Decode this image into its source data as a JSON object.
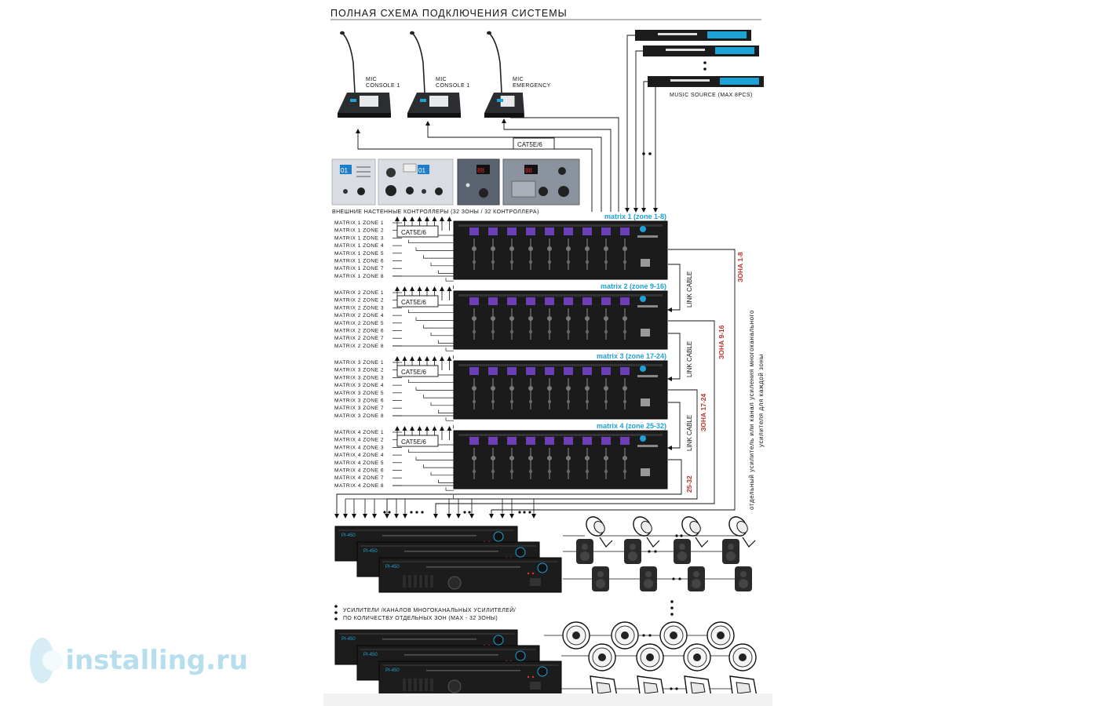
{
  "title": "ПОЛНАЯ СХЕМА ПОДКЛЮЧЕНИЯ СИСТЕМЫ",
  "mics": [
    {
      "line1": "MIC",
      "line2": "CONSOLE 1"
    },
    {
      "line1": "MIC",
      "line2": "CONSOLE 1"
    },
    {
      "line1": "MIC",
      "line2": "EMERGENCY"
    }
  ],
  "music_source_label": "MUSIC SOURCE (MAX 8PCS)",
  "cat_label": "CAT5E/6",
  "wall_controllers_label": "ВНЕШНИЕ НАСТЕННЫЕ КОНТРОЛЛЕРЫ (32 ЗОНЫ / 32 КОНТРОЛЛЕРА)",
  "controller_displays": [
    "01",
    "01",
    "88",
    "88"
  ],
  "matrices": [
    {
      "label": "matrix 1 (zone 1-8)",
      "zones": [
        "MATRIX 1 ZONE 1",
        "MATRIX 1 ZONE 2",
        "MATRIX 1 ZONE 3",
        "MATRIX 1 ZONE 4",
        "MATRIX 1 ZONE 5",
        "MATRIX 1 ZONE 6",
        "MATRIX 1 ZONE 7",
        "MATRIX 1 ZONE 8"
      ]
    },
    {
      "label": "matrix 2 (zone 9-16)",
      "zones": [
        "MATRIX 2 ZONE 1",
        "MATRIX 2 ZONE 2",
        "MATRIX 2 ZONE 3",
        "MATRIX 2 ZONE 4",
        "MATRIX 2 ZONE 5",
        "MATRIX 2 ZONE 6",
        "MATRIX 2 ZONE 7",
        "MATRIX 2 ZONE 8"
      ]
    },
    {
      "label": "matrix 3 (zone 17-24)",
      "zones": [
        "MATRIX 3 ZONE 1",
        "MATRIX 3 ZONE 2",
        "MATRIX 3 ZONE 3",
        "MATRIX 3 ZONE 4",
        "MATRIX 3 ZONE 5",
        "MATRIX 3 ZONE 6",
        "MATRIX 3 ZONE 7",
        "MATRIX 3 ZONE 8"
      ]
    },
    {
      "label": "matrix 4 (zone 25-32)",
      "zones": [
        "MATRIX 4 ZONE 1",
        "MATRIX 4 ZONE 2",
        "MATRIX 4 ZONE 3",
        "MATRIX 4 ZONE 4",
        "MATRIX 4 ZONE 5",
        "MATRIX 4 ZONE 6",
        "MATRIX 4 ZONE 7",
        "MATRIX 4 ZONE 8"
      ]
    }
  ],
  "link_cable_label": "LINK CABLE",
  "zone_labels": [
    "ЗОНА 1-8",
    "ЗОНА 9-16",
    "ЗОНА 17-24",
    "25-32"
  ],
  "side_note_line1": "отдельный усилитель или канал усиления многоканального",
  "side_note_line2": "усилителя для каждой зоны",
  "amp_note_line1": "УСИЛИТЕЛИ /КАНАЛОВ МНОГОКАНАЛЬНЫХ УСИЛИТЕЛЕЙ/",
  "amp_note_line2": "ПО КОЛИЧЕСТВУ ОТДЕЛЬНЫХ ЗОН (MAX - 32 ЗОНЫ)",
  "amp_model": "PI-450",
  "watermark": "installing.ru",
  "colors": {
    "accent": "#1da2d8",
    "zone_red": "#b5302a",
    "device": "#1c1c1c",
    "panel": "#d9dde3"
  }
}
